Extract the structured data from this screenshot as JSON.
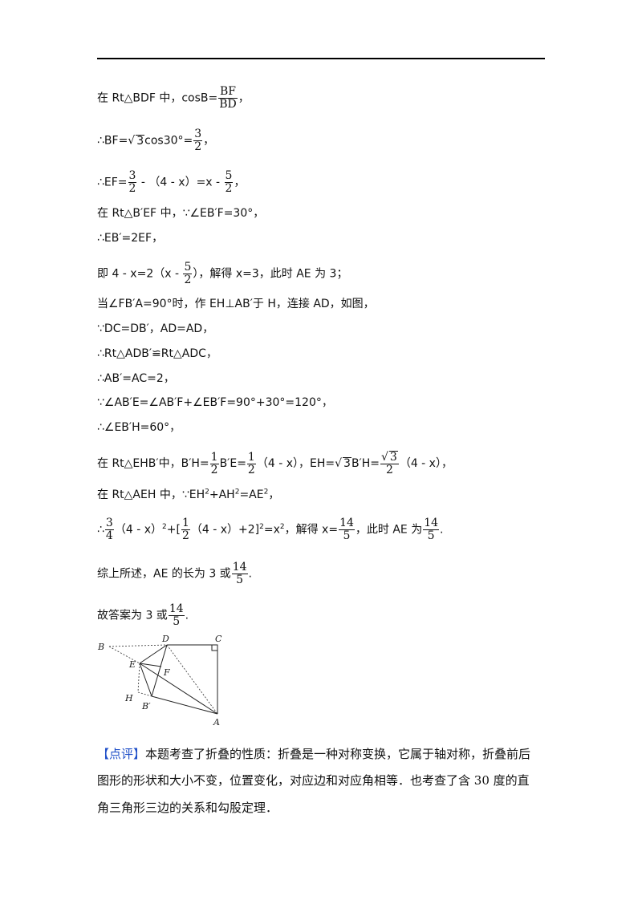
{
  "doc": {
    "l1": {
      "a": "在 Rt△BDF 中，cosB=",
      "n": "BF",
      "d": "BD",
      "b": "，"
    },
    "l2": {
      "a": "∴BF=",
      "s": "3",
      "b": "cos30°=",
      "n": "3",
      "d": "2",
      "c": "，"
    },
    "l3": {
      "a": "∴EF=",
      "n1": "3",
      "d1": "2",
      "b": " - （4 - x）=x - ",
      "n2": "5",
      "d2": "2",
      "c": "，"
    },
    "l4": "在 Rt△B′EF 中，∵∠EB′F=30°，",
    "l5": "∴EB′=2EF，",
    "l6": {
      "a": "即 4 - x=2（x - ",
      "n": "5",
      "d": "2",
      "b": "），解得 x=3，此时 AE 为 3；"
    },
    "l7": "当∠FB′A=90°时，作 EH⊥AB′于 H，连接 AD，如图，",
    "l8": "∵DC=DB′，AD=AD，",
    "l9": "∴Rt△ADB′≌Rt△ADC，",
    "l10": "∴AB′=AC=2，",
    "l11": "∵∠AB′E=∠AB′F+∠EB′F=90°+30°=120°，",
    "l12": "∴∠EB′H=60°，",
    "l13": {
      "a": "在 Rt△EHB′中，B′H=",
      "n1": "1",
      "d1": "2",
      "b": "B′E=",
      "n2": "1",
      "d2": "2",
      "c": "（4 - x），EH=",
      "s1": "3",
      "e": "B′H=",
      "s2": "3",
      "d3": "2",
      "f": "（4 - x），"
    },
    "l14": {
      "a": "在 Rt△AEH 中，∵EH",
      "sup1": "2",
      "b": "+AH",
      "sup2": "2",
      "c": "=AE",
      "sup3": "2",
      "d": "，"
    },
    "l15": {
      "a": "∴",
      "n1": "3",
      "d1": "4",
      "b": "（4 - x）",
      "sup1": "2",
      "c": "+[",
      "n2": "1",
      "d2": "2",
      "e": "（4 - x）+2]",
      "sup2": "2",
      "f": "=x",
      "sup3": "2",
      "g": "，解得 x=",
      "n3": "14",
      "d3": "5",
      "h": "，此时 AE 为",
      "n4": "14",
      "d4": "5",
      "i": "."
    },
    "l16": {
      "a": "综上所述，AE 的长为 3 或",
      "n": "14",
      "d": "5",
      "b": "."
    },
    "l17": {
      "a": "故答案为 3 或",
      "n": "14",
      "d": "5",
      "b": "."
    }
  },
  "figure": {
    "labels": {
      "B": "B",
      "D": "D",
      "C": "C",
      "E": "E",
      "F": "F",
      "H": "H",
      "Bp": "B′",
      "A": "A"
    }
  },
  "comment": {
    "tag": "【点评】",
    "line1": "本题考查了折叠的性质：折叠是一种对称变换，它属于轴对称，折叠前后",
    "line2": "图形的形状和大小不变，位置变化，对应边和对应角相等．也考查了含 30 度的直",
    "line3": "角三角形三边的关系和勾股定理．"
  },
  "colors": {
    "text": "#111111",
    "tag": "#1f4fc8"
  }
}
